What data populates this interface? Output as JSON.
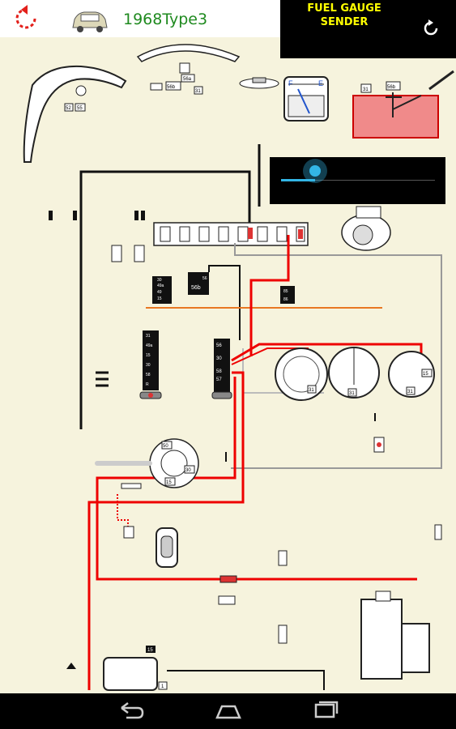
{
  "app": {
    "title": "1968Type3"
  },
  "info_panel": {
    "component_label": "FUEL GAUGE\nSENDER"
  },
  "slider": {
    "value_fraction": 0.22
  },
  "diagram": {
    "terminal_labels": {
      "horn_52": "52",
      "horn_55": "55",
      "bulb_56b": "56b",
      "bulb_56a": "56a",
      "bulb_31": "31",
      "sender_56b": "56b",
      "sender_31": "31",
      "relay_30": "30",
      "relay_49a": "49a",
      "relay_49": "49",
      "relay_15": "15",
      "dimmer_56b": "56b",
      "dimmer_56": "56",
      "fuse_85": "85",
      "fuse_86": "86",
      "switch_31": "31",
      "switch_49a": "49a",
      "switch_15": "15",
      "switch_30": "30",
      "switch_58": "58",
      "switch_R": "R",
      "harness_56": "56",
      "harness_58": "58",
      "harness_30": "30",
      "harness_57": "57",
      "ignition_50": "50",
      "ignition_30": "30",
      "ignition_15": "15",
      "gauge_31": "31",
      "speedo_31": "31",
      "tacho_31": "31",
      "tacho_15": "15",
      "coil_15": "15",
      "coil_1": "1",
      "gauge_F": "F",
      "gauge_E": "E"
    }
  }
}
